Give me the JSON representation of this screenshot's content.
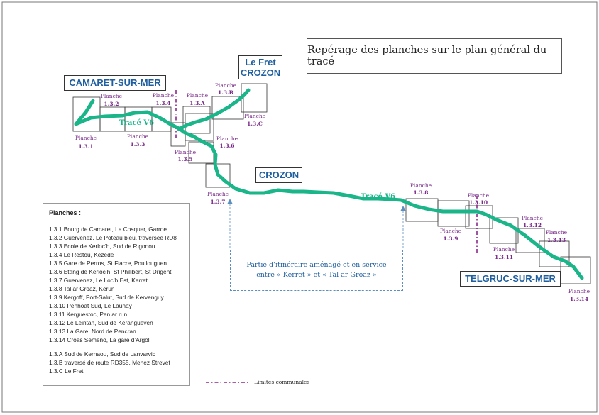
{
  "title": "Repérage des planches sur le plan général du tracé",
  "places": {
    "camaret": "CAMARET-SUR-MER",
    "le_fret_1": "Le Fret",
    "le_fret_2": "CROZON",
    "crozon": "CROZON",
    "telgruc": "TELGRUC-SUR-MER"
  },
  "route_labels": {
    "left": "Tracé V6",
    "right": "Tracé V6"
  },
  "sheet_word": "Planche",
  "sheets": {
    "s1": "1.3.1",
    "s2": "1.3.2",
    "s3": "1.3.3",
    "s4": "1.3.4",
    "s5": "1.3.5",
    "s6": "1.3.6",
    "s7": "1.3.7",
    "sA": "1.3.A",
    "sB": "1.3.B",
    "sC": "1.3.C",
    "s8": "1.3.8",
    "s9": "1.3.9",
    "s10": "1.3.10",
    "s11": "1.3.11",
    "s12": "1.3.12",
    "s13": "1.3.13",
    "s14": "1.3.14"
  },
  "note": {
    "line1": "Partie d’itinéraire aménagé et en service",
    "line2": "entre « Kerret » et « Tal ar Groaz »"
  },
  "legend": {
    "heading": "Planches :",
    "items": [
      "1.3.1 Bourg de Camaret, Le Cosquer, Garroe",
      "1.3.2 Guervenez, Le Poteau bleu, traversée RD8",
      "1.3.3 Ecole de Kerloc’h, Sud de Rigonou",
      "1.3.4 Le Restou, Kezede",
      "1.3.5 Gare de Perros, St Fiacre, Poullouguen",
      "1.3.6 Etang de Kerloc’h, St Philibert, St Drigent",
      "1.3.7 Guervenez, Le Loc’h Est, Kerret",
      "1.3.8 Tal ar Groaz, Kerun",
      "1.3.9 Kergoff, Port-Salut, Sud de Kervenguy",
      "1.3.10 Penhoat Sud, Le Launay",
      "1.3.11 Kerguestoc, Pen ar run",
      "1.3.12 Le Leintan, Sud de Kerangueven",
      "1.3.13 La Gare, Nord de Pencran",
      "1.3.14 Croas Semeno, La gare d’Argol"
    ],
    "extra": [
      "1.3.A Sud de Kernaou, Sud de Lanvarvic",
      "1.3.B traversé de route RD355, Menez Strevet",
      "1.3.C Le Fret"
    ]
  },
  "limits_label": "Limites communales",
  "colors": {
    "route": "#1bb58a",
    "sheet_label": "#7a2a8a",
    "place_text": "#1f5f9f",
    "limit_line": "#8a2a8a",
    "note_border": "#5a8fc0"
  }
}
